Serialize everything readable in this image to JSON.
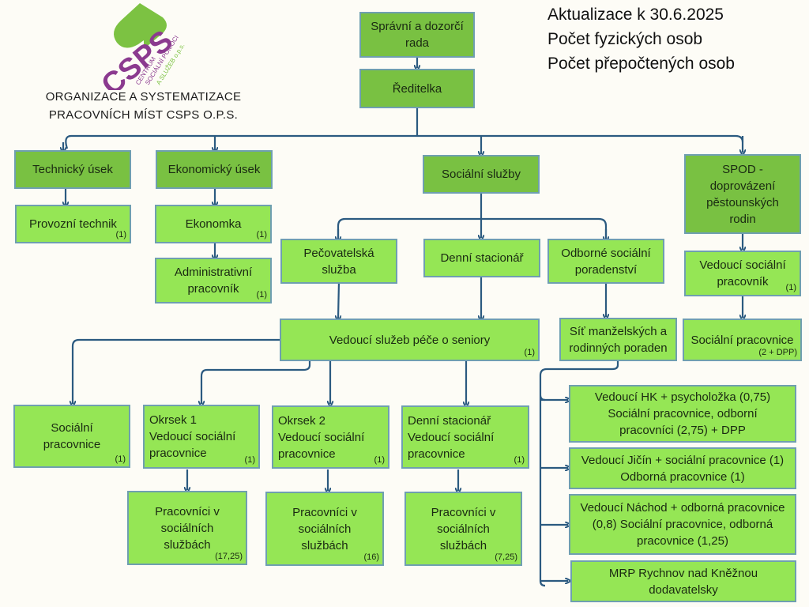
{
  "logo": {
    "brand": "CSPS",
    "line1": "CENTRUM",
    "line2": "SOCIÁLNÍ POMOCI",
    "line3": "A SLUŽEB o.p.s.",
    "colors": {
      "green": "#7cc242",
      "purple": "#8b3a8f"
    }
  },
  "title": {
    "line1": "ORGANIZACE A SYSTEMATIZACE",
    "line2": "PRACOVNÍCH MÍST CSPS O.P.S."
  },
  "update": {
    "line1": "Aktualizace k 30.6.2025",
    "line2": "Počet fyzických osob",
    "line3": "Počet přepočtených osob"
  },
  "colors": {
    "dark_box": "#79c142",
    "light_box": "#95e655",
    "connector": "#2b5a80",
    "border": "#6f9fb0"
  },
  "nodes": {
    "board": {
      "lines": [
        "Správní a dozorčí",
        "rada"
      ]
    },
    "director": {
      "lines": [
        "Ředitelka"
      ]
    },
    "technical": {
      "lines": [
        "Technický úsek"
      ]
    },
    "economic": {
      "lines": [
        "Ekonomický úsek"
      ]
    },
    "social": {
      "lines": [
        "Sociální služby"
      ]
    },
    "spod": {
      "lines": [
        "SPOD -",
        "doprovázení",
        "pěstounských",
        "rodin"
      ]
    },
    "tech_worker": {
      "lines": [
        "Provozní technik"
      ],
      "count": "(1)"
    },
    "economist": {
      "lines": [
        "Ekonomka"
      ],
      "count": "(1)"
    },
    "admin": {
      "lines": [
        "Administrativní",
        "pracovník"
      ],
      "count": "(1)"
    },
    "care": {
      "lines": [
        "Pečovatelská",
        "služba"
      ]
    },
    "daycare": {
      "lines": [
        "Denní stacionář"
      ]
    },
    "counsel": {
      "lines": [
        "Odborné sociální",
        "poradenství"
      ]
    },
    "spod_lead": {
      "lines": [
        "Vedoucí sociální",
        "pracovník"
      ],
      "count": "(1)"
    },
    "senior_lead": {
      "lines": [
        "Vedoucí služeb péče o seniory"
      ],
      "count": "(1)"
    },
    "network": {
      "lines": [
        "Síť manželských a",
        "rodinných poraden"
      ]
    },
    "spod_workers": {
      "lines": [
        "Sociální pracovnice"
      ],
      "count": "(2 + DPP)"
    },
    "soc_worker": {
      "lines": [
        "Sociální",
        "pracovnice"
      ],
      "count": "(1)"
    },
    "district1": {
      "lines": [
        "Okrsek 1",
        " Vedoucí sociální",
        "pracovnice"
      ],
      "count": "(1)"
    },
    "district2": {
      "lines": [
        "Okrsek 2",
        "Vedoucí sociální",
        "pracovnice"
      ],
      "count": "(1)"
    },
    "daycare_lead": {
      "lines": [
        "Denní stacionář",
        "Vedoucí sociální",
        "pracovnice"
      ],
      "count": "(1)"
    },
    "workers1": {
      "lines": [
        "Pracovníci v",
        "sociálních",
        "službách"
      ],
      "count": "(17,25)"
    },
    "workers2": {
      "lines": [
        "Pracovníci v",
        "sociálních",
        "službách"
      ],
      "count": "(16)"
    },
    "workers3": {
      "lines": [
        "Pracovníci v",
        "sociálních",
        "službách"
      ],
      "count": "(7,25)"
    },
    "hk": {
      "lines": [
        "Vedoucí HK + psycholožka (0,75)",
        "Sociální pracovnice, odborní",
        "pracovníci (2,75) + DPP"
      ]
    },
    "jicin": {
      "lines": [
        "Vedoucí Jičín + sociální pracovnice (1)",
        "Odborná pracovnice (1)"
      ]
    },
    "nachod": {
      "lines": [
        "Vedoucí Náchod + odborná pracovnice",
        "(0,8) Sociální pracovnice, odborná",
        "pracovnice (1,25)"
      ]
    },
    "rychnov": {
      "lines": [
        "MRP Rychnov nad Kněžnou",
        "dodavatelsky"
      ]
    }
  }
}
